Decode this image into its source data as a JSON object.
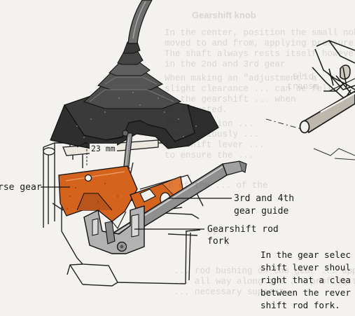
{
  "labels": {
    "dimension": "23 mm",
    "reverse_gear": "rse gear",
    "guide_line1": "3rd and 4th",
    "guide_line2": "gear guide",
    "fork_line1": "Gearshift rod",
    "fork_line2": "fork"
  },
  "caption": [
    "In the gear selec",
    "shift lever shoul",
    "right that a clea",
    "between the rever",
    "shift rod fork."
  ],
  "bleed_through": {
    "heading": "Gearshift knob",
    "lines": [
      "In the center, position the small nob so",
      "moved to and from, applying pressure.",
      "The shaft always rests itself however",
      "in the 2nd and 3rd gear",
      "When making an \"adjustment\" a",
      "slight clearance ... can be felt",
      "on the gearshift ... when",
      "is adjusted.",
      "This position ...",
      "has previously ...",
      "gearshift lever ...",
      "to ensure the ...",
      "r of the ... of the",
      "... rod bushing on the gear ... upper",
      "... all way along the ... profile the",
      "... necessary support."
    ],
    "side": [
      "Slid",
      "transm"
    ]
  },
  "colors": {
    "orange": "#d4631d",
    "ink": "#2a2a2a",
    "paper": "#f4f2ee"
  }
}
